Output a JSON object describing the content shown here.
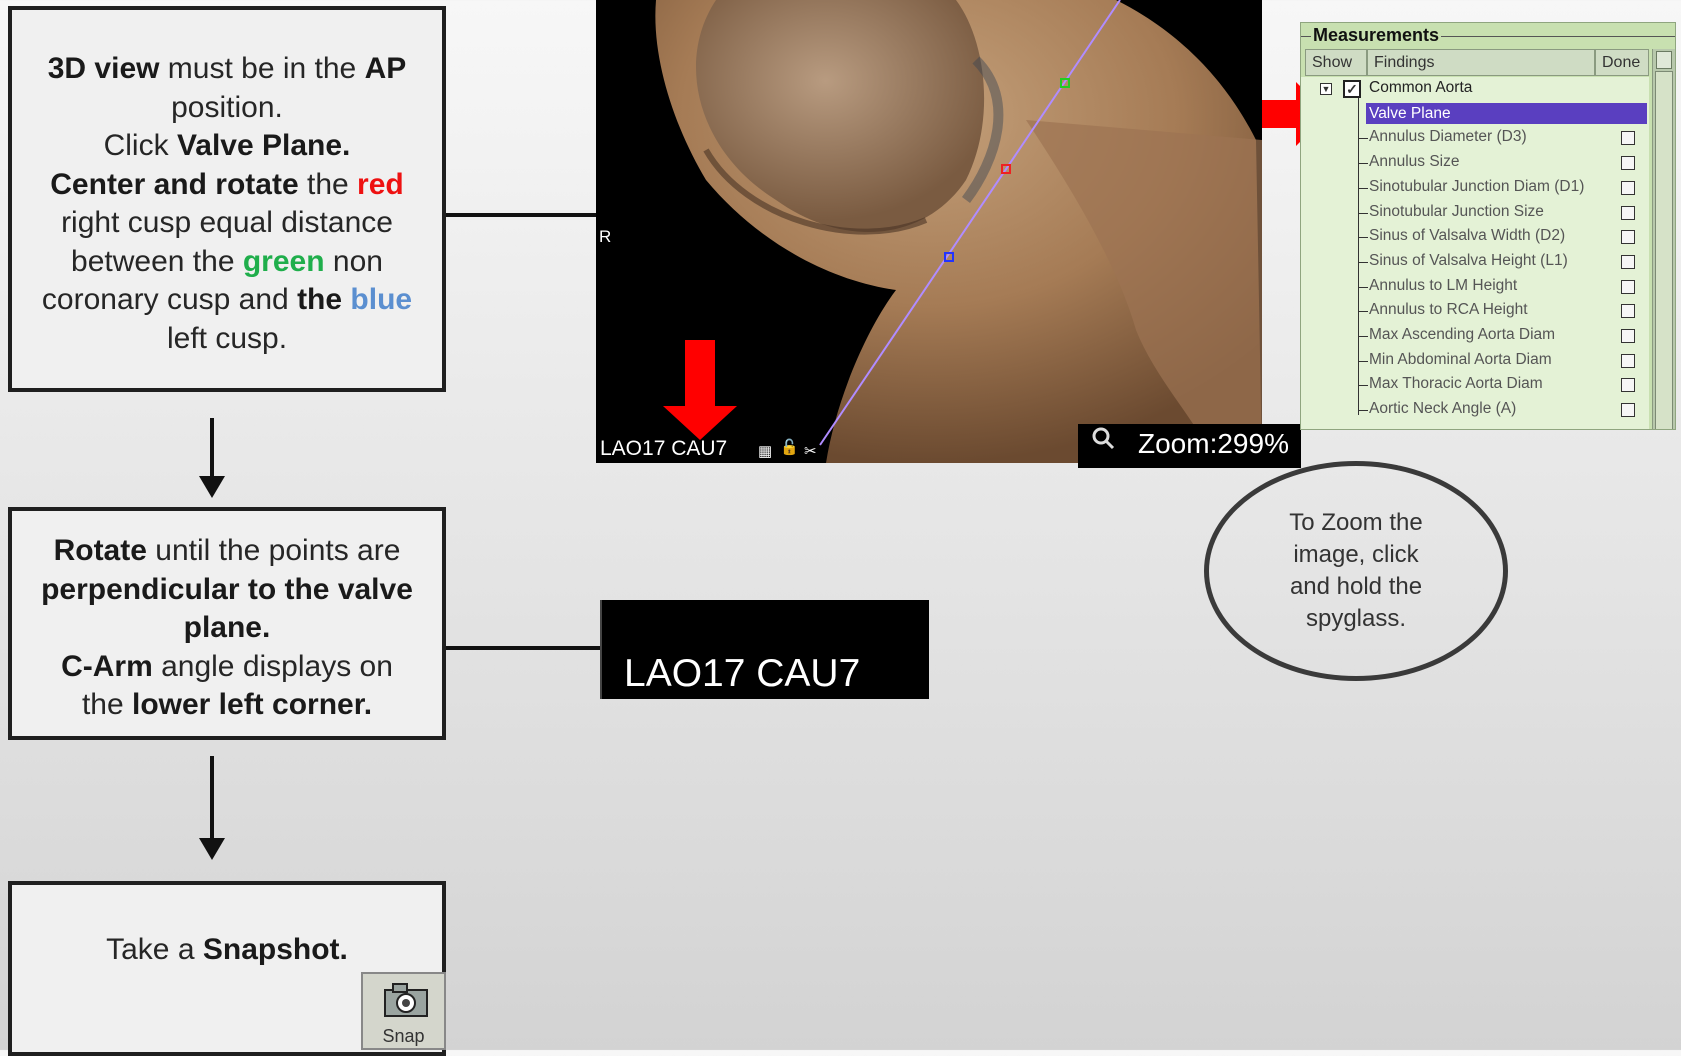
{
  "steps": {
    "step1": {
      "l1_b1": "3D view",
      "l1_t1": " must be in the ",
      "l1_b2": "AP",
      "l1_t2": "position.",
      "l2_t1": "Click ",
      "l2_b1": "Valve Plane.",
      "l3_b1": "Center and rotate",
      "l3_t1": " the ",
      "l3_red": "red",
      "l4_t1": "right cusp equal distance",
      "l5_t1": "between the ",
      "l5_green": "green",
      "l5_t2": " non",
      "l6_t1": "coronary cusp and ",
      "l6_b1": "the",
      "l6_t2": " ",
      "l6_blue": "blue",
      "l7_t1": "left cusp."
    },
    "step2": {
      "l1_b1": "Rotate",
      "l1_t1": " until the points are",
      "l2_b1": "perpendicular to the valve plane.",
      "l3_b1": "C-Arm",
      "l3_t1": " angle displays on",
      "l4_t1": "the ",
      "l4_b1": "lower left corner."
    },
    "step3": {
      "t1": "Take a ",
      "b1": "Snapshot."
    }
  },
  "viewer": {
    "orientation_label": "R",
    "angle_label": "LAO17 CAU7",
    "icons": [
      "monitor-icon",
      "lock-icon",
      "scissors-icon"
    ]
  },
  "zoom": {
    "label": "Zoom:299%",
    "icon": "magnifier-icon"
  },
  "measurements": {
    "title": "Measurements",
    "columns": [
      "Show",
      "Findings",
      "Done"
    ],
    "parent": "Common Aorta",
    "items": [
      "Valve Plane",
      "Annulus Diameter (D3)",
      "Annulus Size",
      "Sinotubular Junction Diam (D1)",
      "Sinotubular Junction Size",
      "Sinus of Valsalva Width (D2)",
      "Sinus of Valsalva Height (L1)",
      "Annulus to LM Height",
      "Annulus to RCA Height",
      "Max Ascending Aorta Diam",
      "Min Abdominal Aorta Diam",
      "Max Thoracic Aorta Diam",
      "Aortic Neck Angle (A)"
    ],
    "selected": "Valve Plane"
  },
  "angle_zoom": {
    "label": "LAO17 CAU7"
  },
  "zoom_tip": {
    "text": "To Zoom the image, click and hold the spyglass."
  },
  "snap_button": {
    "label": "Snap",
    "icon": "camera-icon"
  },
  "colors": {
    "red": "#ee1111",
    "green": "#1fae4b",
    "blue": "#5b8fd0",
    "selection": "#5a3fc0"
  }
}
